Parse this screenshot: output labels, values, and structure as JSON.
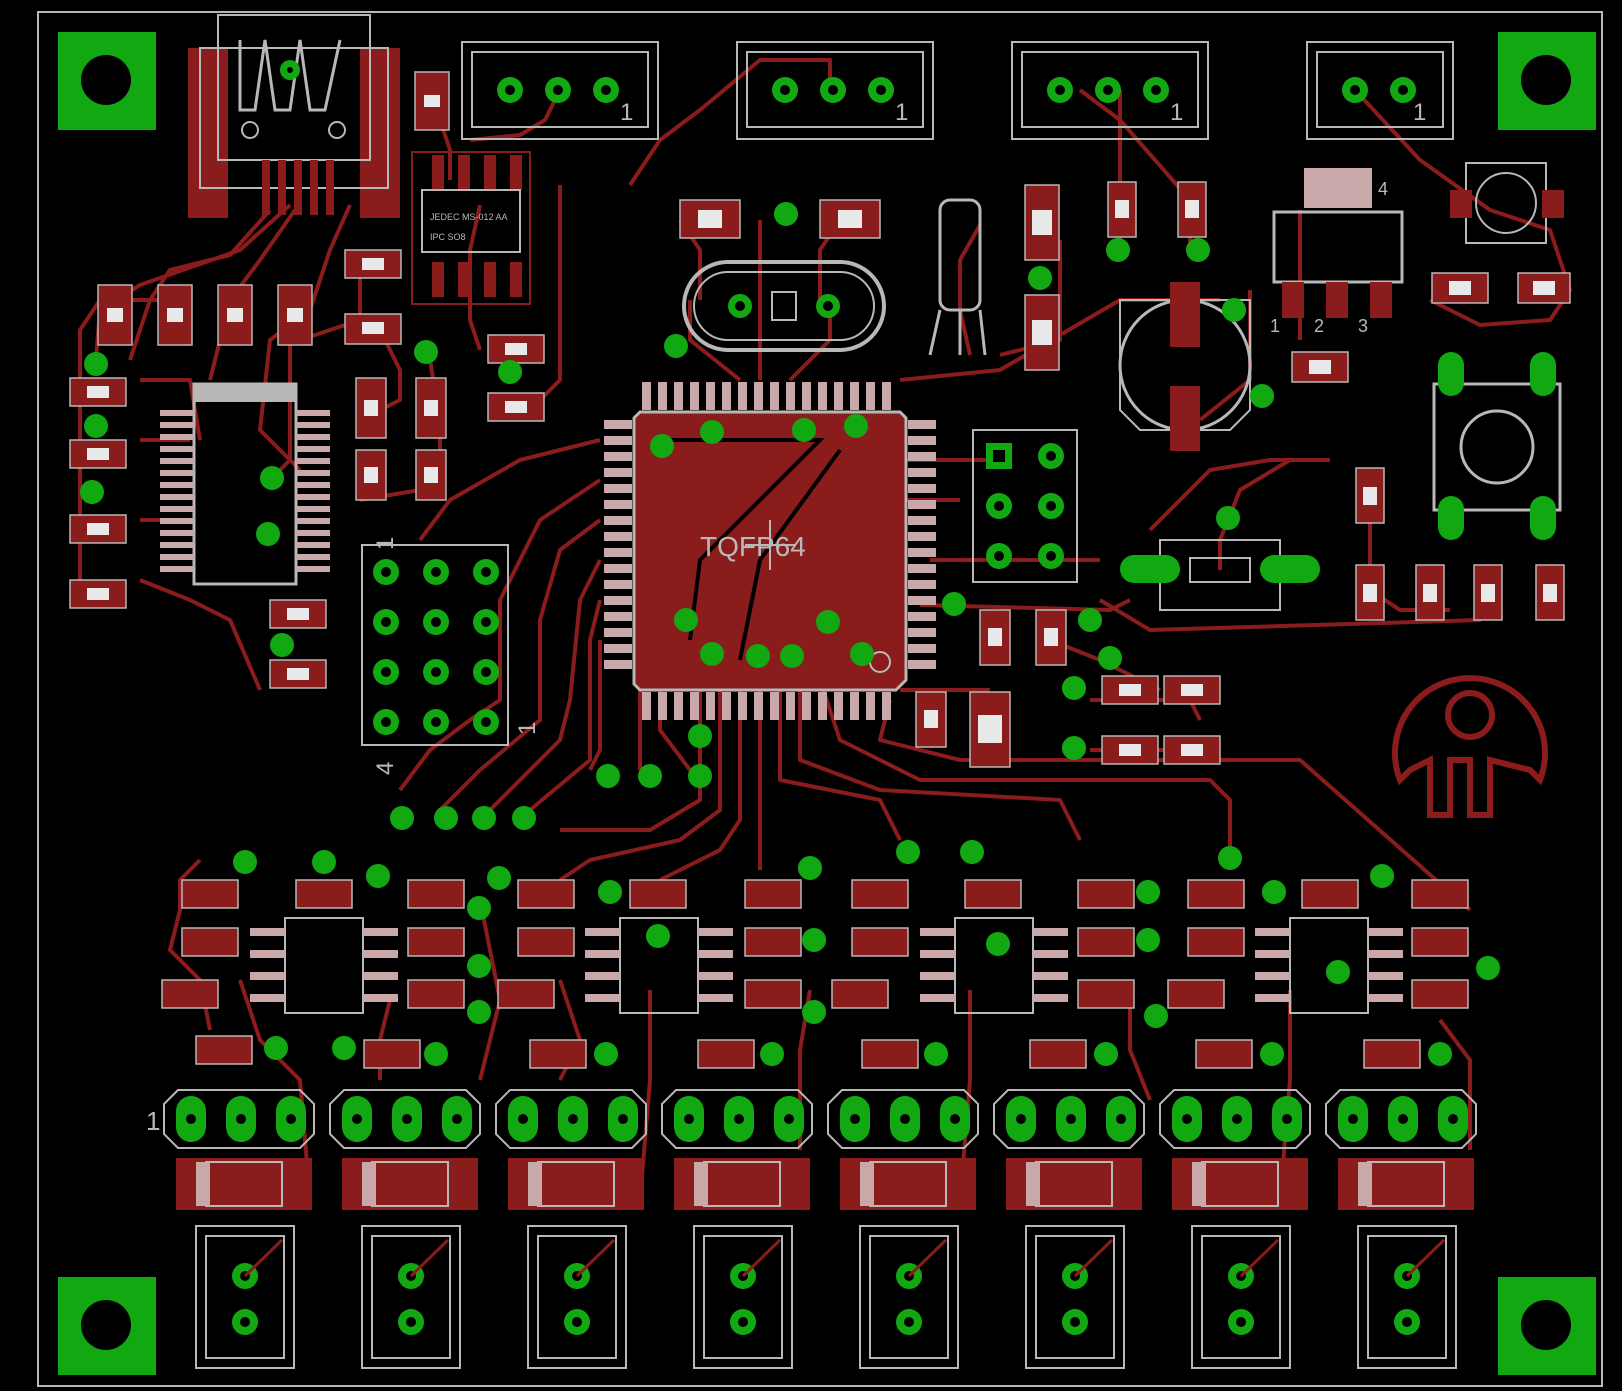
{
  "colors": {
    "background": "#000000",
    "copper": "#8b1c1c",
    "silkscreen": "#b8b8b8",
    "via": "#12a812",
    "outline": "#b8b8b8",
    "drill": "#000000"
  },
  "labels": {
    "mcu_package": "TQFP64",
    "soic_line1": "JEDEC MS-012 AA",
    "soic_line2": "IPC SO8",
    "connector_pin1": "1",
    "header_pin1": "1",
    "header_pin4": "4",
    "regulator_pin1": "1",
    "regulator_pin2": "2",
    "regulator_pin3": "3",
    "regulator_tab": "4"
  }
}
